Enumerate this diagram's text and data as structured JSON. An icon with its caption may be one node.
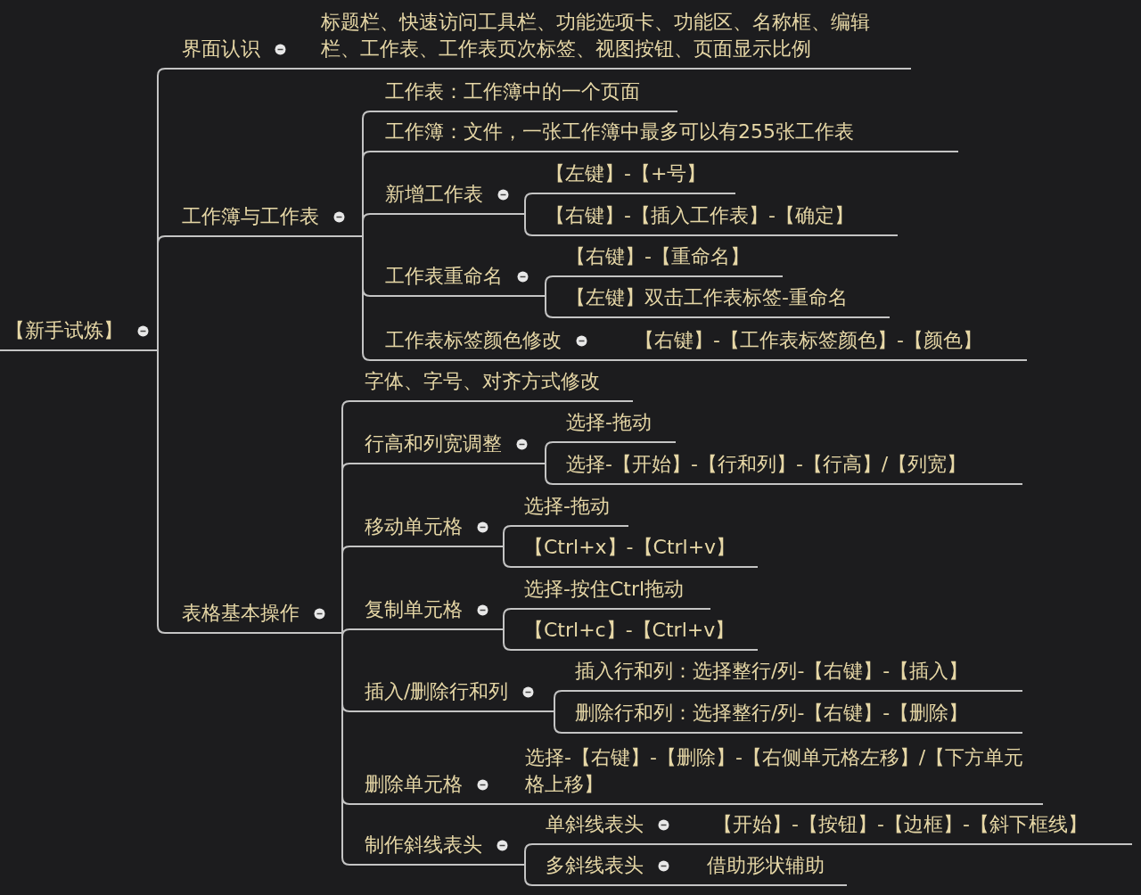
{
  "diagram": {
    "nodes": [
      {
        "text": [
          "【新手试炼】"
        ]
      },
      {
        "text": [
          "界面认识"
        ]
      },
      {
        "text": [
          "标题栏、快速访问工具栏、功能选项卡、功能区、名称框、编辑栏、工作表、工作表页次标签、视图按钮、页面显示比例"
        ]
      },
      {
        "text": [
          "工作簿与工作表"
        ]
      },
      {
        "text": [
          "工作表：工作簿中的一个页面"
        ]
      },
      {
        "text": [
          "工作簿：文件，一张工作簿中最多可以有255张工作表"
        ]
      },
      {
        "text": [
          "新增工作表"
        ]
      },
      {
        "text": [
          "【左键】-【+号】"
        ]
      },
      {
        "text": [
          "【右键】-【插入工作表】-【确定】"
        ]
      },
      {
        "text": [
          "工作表重命名"
        ]
      },
      {
        "text": [
          "【右键】-【重命名】"
        ]
      },
      {
        "text": [
          "【左键】双击工作表标签-重命名"
        ]
      },
      {
        "text": [
          "工作表标签颜色修改"
        ]
      },
      {
        "text": [
          "【右键】-【工作表标签颜色】-【颜色】"
        ]
      },
      {
        "text": [
          "表格基本操作"
        ]
      },
      {
        "text": [
          "字体、字号、对齐方式修改"
        ]
      },
      {
        "text": [
          "行高和列宽调整"
        ]
      },
      {
        "text": [
          "选择-拖动"
        ]
      },
      {
        "text": [
          "选择-【开始】-【行和列】-【行高】/【列宽】"
        ]
      },
      {
        "text": [
          "移动单元格"
        ]
      },
      {
        "text": [
          "选择-拖动"
        ]
      },
      {
        "text": [
          "【Ctrl+x】-【Ctrl+v】"
        ]
      },
      {
        "text": [
          "复制单元格"
        ]
      },
      {
        "text": [
          "选择-按住Ctrl拖动"
        ]
      },
      {
        "text": [
          "【Ctrl+c】-【Ctrl+v】"
        ]
      },
      {
        "text": [
          "插入/删除行和列"
        ]
      },
      {
        "text": [
          "插入行和列：选择整行/列-【右键】-【插入】"
        ]
      },
      {
        "text": [
          "删除行和列：选择整行/列-【右键】-【删除】"
        ]
      },
      {
        "text": [
          "删除单元格"
        ]
      },
      {
        "text": [
          "选择-【右键】-【删除】-【右侧单元格左移】/【下方单元格上移】"
        ]
      },
      {
        "text": [
          "制作斜线表头"
        ]
      },
      {
        "text": [
          "单斜线表头"
        ]
      },
      {
        "text": [
          "【开始】-【按钮】-【边框】-【斜下框线】"
        ]
      },
      {
        "text": [
          "多斜线表头"
        ]
      },
      {
        "text": [
          "借助形状辅助"
        ]
      }
    ],
    "edges": [
      {
        "from": 0,
        "to": 1,
        "arrow": "none"
      },
      {
        "from": 1,
        "to": 2,
        "arrow": "none"
      },
      {
        "from": 0,
        "to": 3,
        "arrow": "none"
      },
      {
        "from": 3,
        "to": 4,
        "arrow": "none"
      },
      {
        "from": 3,
        "to": 5,
        "arrow": "none"
      },
      {
        "from": 3,
        "to": 6,
        "arrow": "none"
      },
      {
        "from": 6,
        "to": 7,
        "arrow": "none"
      },
      {
        "from": 6,
        "to": 8,
        "arrow": "none"
      },
      {
        "from": 3,
        "to": 9,
        "arrow": "none"
      },
      {
        "from": 9,
        "to": 10,
        "arrow": "none"
      },
      {
        "from": 9,
        "to": 11,
        "arrow": "none"
      },
      {
        "from": 3,
        "to": 12,
        "arrow": "none"
      },
      {
        "from": 12,
        "to": 13,
        "arrow": "none"
      },
      {
        "from": 0,
        "to": 14,
        "arrow": "none"
      },
      {
        "from": 14,
        "to": 15,
        "arrow": "none"
      },
      {
        "from": 14,
        "to": 16,
        "arrow": "none"
      },
      {
        "from": 16,
        "to": 17,
        "arrow": "none"
      },
      {
        "from": 16,
        "to": 18,
        "arrow": "none"
      },
      {
        "from": 14,
        "to": 19,
        "arrow": "none"
      },
      {
        "from": 19,
        "to": 20,
        "arrow": "none"
      },
      {
        "from": 19,
        "to": 21,
        "arrow": "none"
      },
      {
        "from": 14,
        "to": 22,
        "arrow": "none"
      },
      {
        "from": 22,
        "to": 23,
        "arrow": "none"
      },
      {
        "from": 22,
        "to": 24,
        "arrow": "none"
      },
      {
        "from": 14,
        "to": 25,
        "arrow": "none"
      },
      {
        "from": 25,
        "to": 26,
        "arrow": "none"
      },
      {
        "from": 25,
        "to": 27,
        "arrow": "none"
      },
      {
        "from": 14,
        "to": 28,
        "arrow": "none"
      },
      {
        "from": 28,
        "to": 29,
        "arrow": "none"
      },
      {
        "from": 14,
        "to": 30,
        "arrow": "none"
      },
      {
        "from": 30,
        "to": 31,
        "arrow": "none"
      },
      {
        "from": 31,
        "to": 32,
        "arrow": "none"
      },
      {
        "from": 30,
        "to": 33,
        "arrow": "none"
      },
      {
        "from": 33,
        "to": 34,
        "arrow": "none"
      }
    ]
  }
}
